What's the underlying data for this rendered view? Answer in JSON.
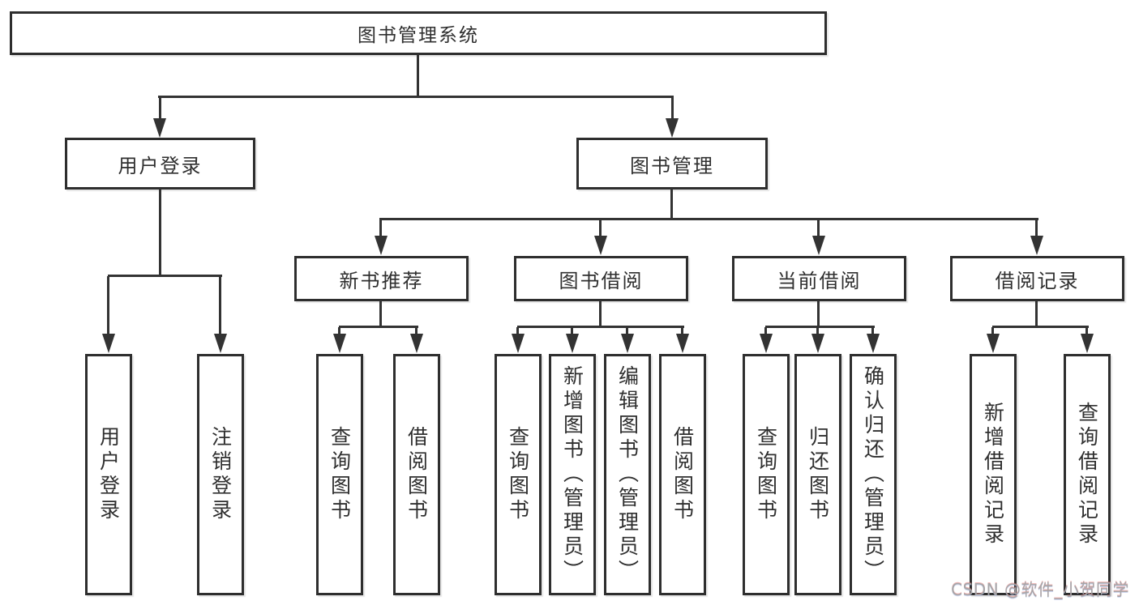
{
  "root": {
    "label": "图书管理系统"
  },
  "level2": [
    {
      "label": "用户登录"
    },
    {
      "label": "图书管理"
    }
  ],
  "level3": [
    {
      "label": "新书推荐"
    },
    {
      "label": "图书借阅"
    },
    {
      "label": "当前借阅"
    },
    {
      "label": "借阅记录"
    }
  ],
  "leaves": [
    {
      "label": "用户登录"
    },
    {
      "label": "注销登录"
    },
    {
      "label": "查询图书"
    },
    {
      "label": "借阅图书"
    },
    {
      "label": "查询图书"
    },
    {
      "label": "新增图书（管理员）"
    },
    {
      "label": "编辑图书（管理员）"
    },
    {
      "label": "借阅图书"
    },
    {
      "label": "查询图书"
    },
    {
      "label": "归还图书"
    },
    {
      "label": "确认归还（管理员）"
    },
    {
      "label": "新增借阅记录"
    },
    {
      "label": "查询借阅记录"
    }
  ],
  "watermark": {
    "text": "CSDN @软件_小贺同学"
  },
  "colors": {
    "line": "#333333",
    "border": "#2e2e2e",
    "text": "#2f2f2f",
    "background": "#ffffff",
    "watermark": "#a6a6a8"
  }
}
